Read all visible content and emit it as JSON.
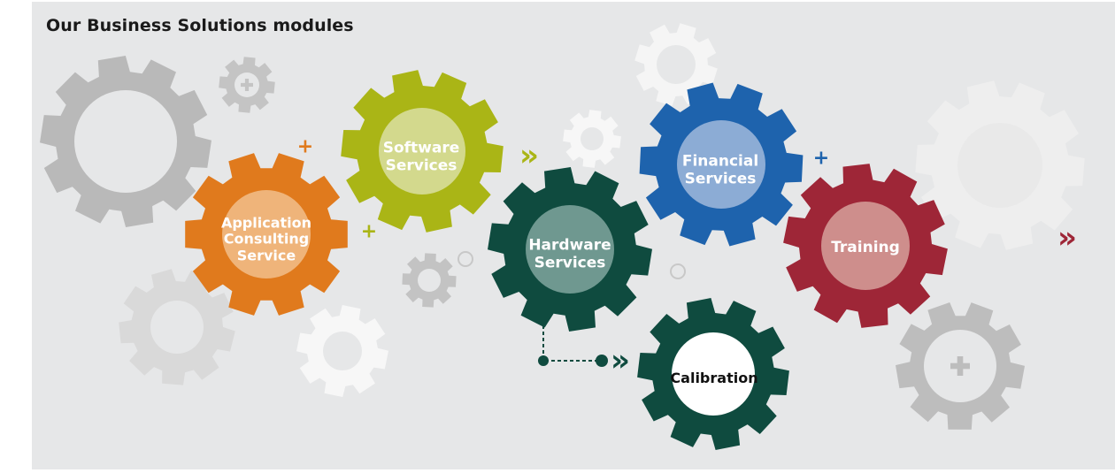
{
  "title": "Our Business Solutions modules",
  "colors": {
    "background": "#e6e7e8",
    "orange": "#e07a1d",
    "olive": "#aab516",
    "darkgreen": "#0f4b3f",
    "blue": "#1e63ad",
    "crimson": "#9e2637",
    "bggear": "#b9b9b9",
    "white": "#ffffff"
  },
  "modules": [
    {
      "id": "application",
      "label": "Application\nConsulting\nService",
      "color": "#e07a1d",
      "inner": "#efb47a"
    },
    {
      "id": "software",
      "label": "Software\nServices",
      "color": "#aab516",
      "inner": "#d3d98d"
    },
    {
      "id": "hardware",
      "label": "Hardware\nServices",
      "color": "#0f4b3f",
      "inner": "#6f9890"
    },
    {
      "id": "financial",
      "label": "Financial\nServices",
      "color": "#1e63ad",
      "inner": "#8cacd5"
    },
    {
      "id": "training",
      "label": "Training",
      "color": "#9e2637",
      "inner": "#ce8e8c"
    },
    {
      "id": "calibration",
      "label": "Calibration",
      "color": "#0f4b3f",
      "inner": "#ffffff"
    }
  ],
  "connectors": {
    "plus": "+",
    "chevrons": "»"
  }
}
